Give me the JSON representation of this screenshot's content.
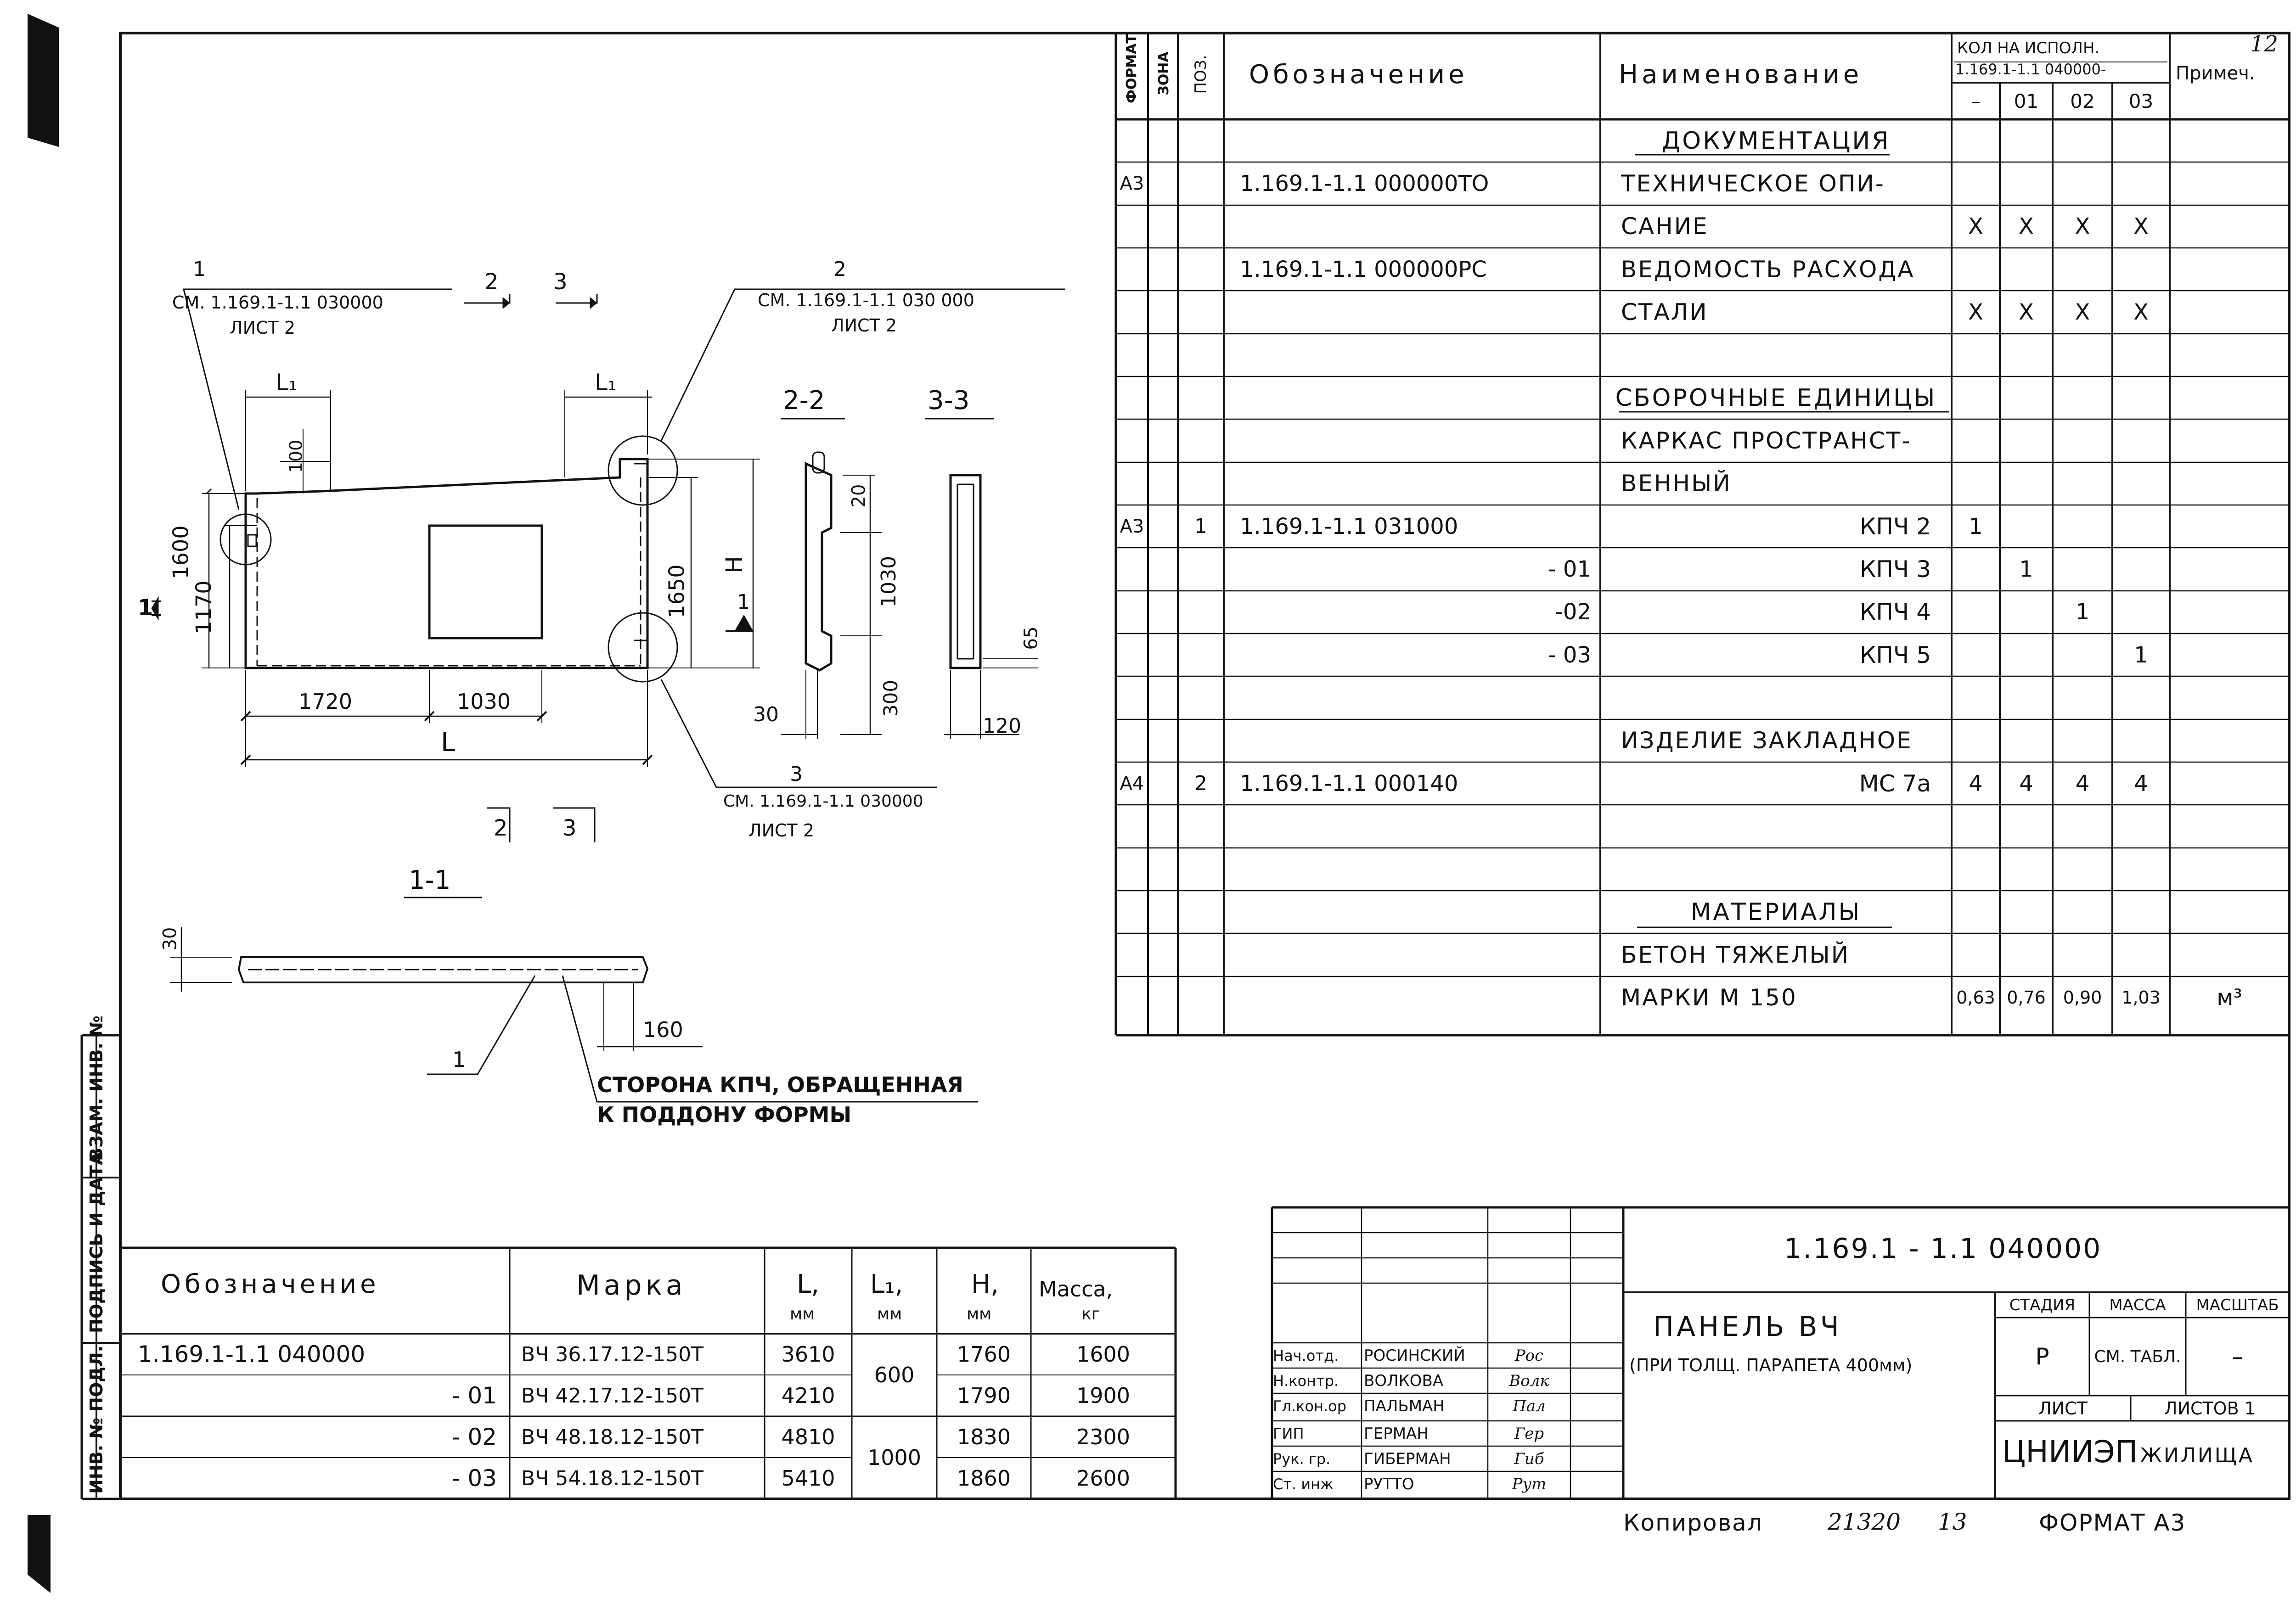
{
  "sheet": {
    "page_number": "12",
    "format": "ФОРМАТ А3",
    "copied_by": "Копировал",
    "copy_number": "21320",
    "copy_suffix": "13"
  },
  "side_labels": {
    "vzam_inv": "ВЗАМ. ИНВ. №",
    "podpis_data": "ПОДПИСЬ И ДАТА",
    "inv_podl": "ИНВ. № ПОДЛ."
  },
  "spec": {
    "headers": {
      "format": "ФОРМАТ",
      "zone": "ЗОНА",
      "pos": "ПОЗ.",
      "designation": "Обозначение",
      "name": "Наименование",
      "qty_top": "КОЛ НА ИСПОЛН.",
      "qty_code": "1.169.1-1.1 040000-",
      "qty_cols": [
        "–",
        "01",
        "02",
        "03"
      ],
      "note": "Примеч."
    },
    "rows": [
      {
        "fmt": "",
        "pos": "",
        "des": "",
        "name": "ДОКУМЕНТАЦИЯ",
        "q": [
          "",
          "",
          "",
          ""
        ],
        "note": "",
        "section": true
      },
      {
        "fmt": "А3",
        "pos": "",
        "des": "1.169.1-1.1 000000ТО",
        "name": "ТЕХНИЧЕСКОЕ ОПИ-",
        "q": [
          "",
          "",
          "",
          ""
        ],
        "note": ""
      },
      {
        "fmt": "",
        "pos": "",
        "des": "",
        "name": "САНИЕ",
        "q": [
          "X",
          "X",
          "X",
          "X"
        ],
        "note": ""
      },
      {
        "fmt": "",
        "pos": "",
        "des": "1.169.1-1.1 000000РС",
        "name": "ВЕДОМОСТЬ РАСХОДА",
        "q": [
          "",
          "",
          "",
          ""
        ],
        "note": ""
      },
      {
        "fmt": "",
        "pos": "",
        "des": "",
        "name": "СТАЛИ",
        "q": [
          "X",
          "X",
          "X",
          "X"
        ],
        "note": ""
      },
      {
        "fmt": "",
        "pos": "",
        "des": "",
        "name": "",
        "q": [
          "",
          "",
          "",
          ""
        ],
        "note": ""
      },
      {
        "fmt": "",
        "pos": "",
        "des": "",
        "name": "СБОРОЧНЫЕ ЕДИНИЦЫ",
        "q": [
          "",
          "",
          "",
          ""
        ],
        "note": "",
        "section": true
      },
      {
        "fmt": "",
        "pos": "",
        "des": "",
        "name": "КАРКАС ПРОСТРАНСТ-",
        "q": [
          "",
          "",
          "",
          ""
        ],
        "note": ""
      },
      {
        "fmt": "",
        "pos": "",
        "des": "",
        "name": "ВЕННЫЙ",
        "q": [
          "",
          "",
          "",
          ""
        ],
        "note": ""
      },
      {
        "fmt": "А3",
        "pos": "1",
        "des": "1.169.1-1.1    031000",
        "name": "КПЧ 2",
        "q": [
          "1",
          "",
          "",
          ""
        ],
        "note": "",
        "right": true
      },
      {
        "fmt": "",
        "pos": "",
        "des": "- 01",
        "name": "КПЧ 3",
        "q": [
          "",
          "1",
          "",
          ""
        ],
        "note": "",
        "right": true,
        "desright": true
      },
      {
        "fmt": "",
        "pos": "",
        "des": "-02",
        "name": "КПЧ 4",
        "q": [
          "",
          "",
          "1",
          ""
        ],
        "note": "",
        "right": true,
        "desright": true
      },
      {
        "fmt": "",
        "pos": "",
        "des": "- 03",
        "name": "КПЧ 5",
        "q": [
          "",
          "",
          "",
          "1"
        ],
        "note": "",
        "right": true,
        "desright": true
      },
      {
        "fmt": "",
        "pos": "",
        "des": "",
        "name": "",
        "q": [
          "",
          "",
          "",
          ""
        ],
        "note": ""
      },
      {
        "fmt": "",
        "pos": "",
        "des": "",
        "name": "ИЗДЕЛИЕ ЗАКЛАДНОЕ",
        "q": [
          "",
          "",
          "",
          ""
        ],
        "note": ""
      },
      {
        "fmt": "А4",
        "pos": "2",
        "des": "1.169.1-1.1 000140",
        "name": "МС 7а",
        "q": [
          "4",
          "4",
          "4",
          "4"
        ],
        "note": "",
        "right": true
      },
      {
        "fmt": "",
        "pos": "",
        "des": "",
        "name": "",
        "q": [
          "",
          "",
          "",
          ""
        ],
        "note": ""
      },
      {
        "fmt": "",
        "pos": "",
        "des": "",
        "name": "",
        "q": [
          "",
          "",
          "",
          ""
        ],
        "note": ""
      },
      {
        "fmt": "",
        "pos": "",
        "des": "",
        "name": "МАТЕРИАЛЫ",
        "q": [
          "",
          "",
          "",
          ""
        ],
        "note": "",
        "section": true
      },
      {
        "fmt": "",
        "pos": "",
        "des": "",
        "name": "БЕТОН ТЯЖЕЛЫЙ",
        "q": [
          "",
          "",
          "",
          ""
        ],
        "note": ""
      },
      {
        "fmt": "",
        "pos": "",
        "des": "",
        "name": "МАРКИ     М 150",
        "q": [
          "0,63",
          "0,76",
          "0,90",
          "1,03"
        ],
        "note": "м³"
      }
    ]
  },
  "drawing": {
    "callout1_num": "1",
    "callout1_ref": "СМ. 1.169.1-1.1 030000",
    "callout1_sheet": "ЛИСТ 2",
    "callout2_num": "2",
    "callout2_ref": "СМ. 1.169.1-1.1 030 000",
    "callout2_sheet": "ЛИСТ 2",
    "callout3_num": "3",
    "callout3_ref": "СМ. 1.169.1-1.1 030000",
    "callout3_sheet": "ЛИСТ 2",
    "cut2": "2",
    "cut3": "3",
    "cut1": "1",
    "dim_L1a": "L₁",
    "dim_L1b": "L₁",
    "dim_100": "100",
    "dim_1600": "1600",
    "dim_1170": "1170",
    "dim_1650": "1650",
    "dim_H": "H",
    "dim_1720": "1720",
    "dim_1030": "1030",
    "dim_L": "L",
    "sec22": "2-2",
    "sec33": "3-3",
    "sec11": "1-1",
    "dim_20": "20",
    "dim_1030b": "1030",
    "dim_300": "300",
    "dim_30a": "30",
    "dim_65": "65",
    "dim_120": "120",
    "dim_30b": "30",
    "dim_160": "160",
    "leader1": "1",
    "note_line1": "СТОРОНА КПЧ, ОБРАЩЕННАЯ",
    "note_line2": "К ПОДДОНУ ФОРМЫ"
  },
  "marks": {
    "headers": {
      "designation": "Обозначение",
      "mark": "Марка",
      "L": "L,",
      "L_unit": "мм",
      "L1": "L₁,",
      "L1_unit": "мм",
      "H": "H,",
      "H_unit": "мм",
      "mass": "Масса,",
      "mass_unit": "кг"
    },
    "rows": [
      {
        "des": "1.169.1-1.1 040000",
        "mark": "ВЧ  36.17.12-150Т",
        "L": "3610",
        "H": "1760",
        "mass": "1600"
      },
      {
        "des": "- 01",
        "mark": "ВЧ  42.17.12-150Т",
        "L": "4210",
        "H": "1790",
        "mass": "1900"
      },
      {
        "des": "- 02",
        "mark": "ВЧ  48.18.12-150Т",
        "L": "4810",
        "H": "1830",
        "mass": "2300"
      },
      {
        "des": "- 03",
        "mark": "ВЧ  54.18.12-150Т",
        "L": "5410",
        "H": "1860",
        "mass": "2600"
      }
    ],
    "L1_groups": [
      "600",
      "1000"
    ]
  },
  "stamp": {
    "code": "1.169.1 - 1.1 040000",
    "title": "ПАНЕЛЬ ВЧ",
    "subtitle": "(ПРИ ТОЛЩ. ПАРАПЕТА 400мм)",
    "stage_label": "СТАДИЯ",
    "mass_label": "МАССА",
    "scale_label": "МАСШТАБ",
    "stage": "Р",
    "mass_value": "СМ. ТАБЛ.",
    "scale_value": "–",
    "sheet_label": "ЛИСТ",
    "sheets_label": "ЛИСТОВ 1",
    "org": "ЦНИИЭП",
    "org_suffix": "ЖИЛИЩА",
    "people": [
      {
        "role": "Нач.отд.",
        "name": "РОСИНСКИЙ",
        "sig": "Рос"
      },
      {
        "role": "Н.контр.",
        "name": "ВОЛКОВА",
        "sig": "Волк"
      },
      {
        "role": "Гл.кон.ор",
        "name": "ПАЛЬМАН",
        "sig": "Пал"
      },
      {
        "role": "ГИП",
        "name": "ГЕРМАН",
        "sig": "Гер"
      },
      {
        "role": "Рук. гр.",
        "name": "ГИБЕРМАН",
        "sig": "Гиб"
      },
      {
        "role": "Ст. инж",
        "name": "РУТТО",
        "sig": "Рут"
      }
    ]
  }
}
